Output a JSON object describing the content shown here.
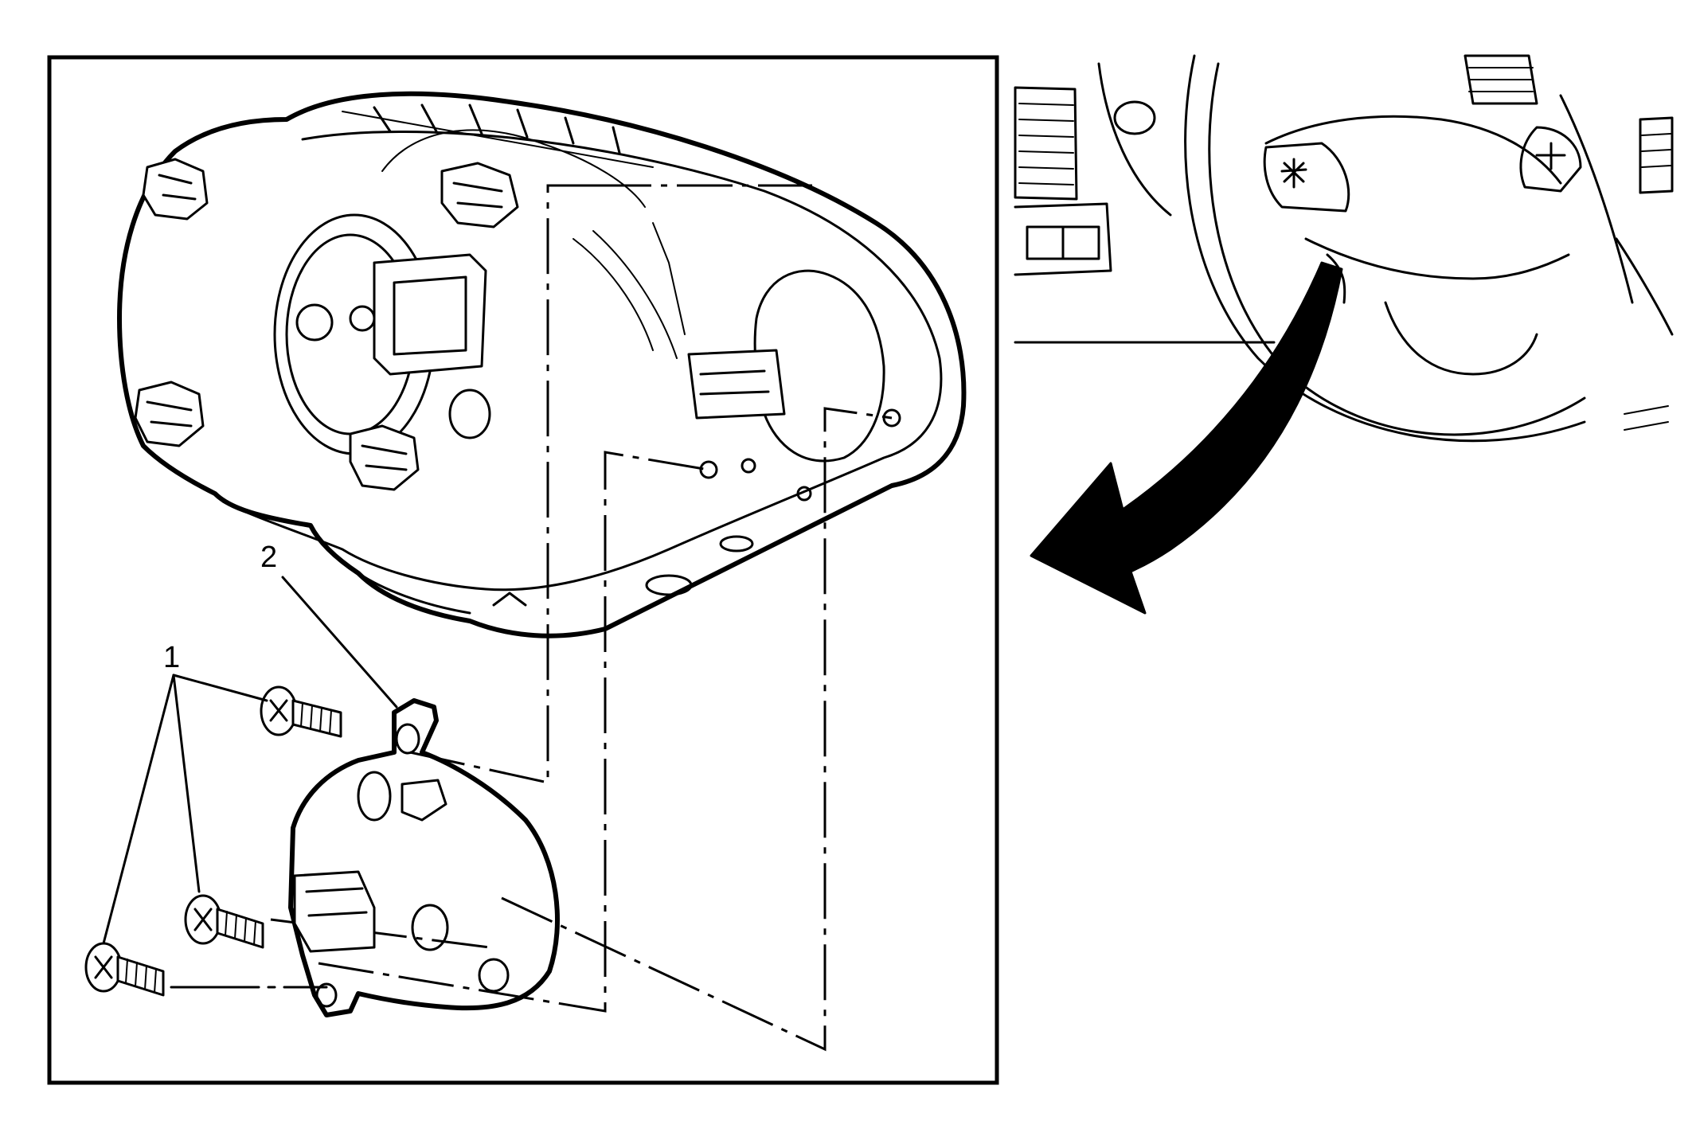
{
  "callouts": {
    "fasteners": "1",
    "bracket": "2"
  },
  "arrow": {
    "color": "#000000",
    "direction": "left"
  },
  "icons": {
    "detail_view": "steering-wheel-icon",
    "direction": "curved-arrow-icon"
  }
}
